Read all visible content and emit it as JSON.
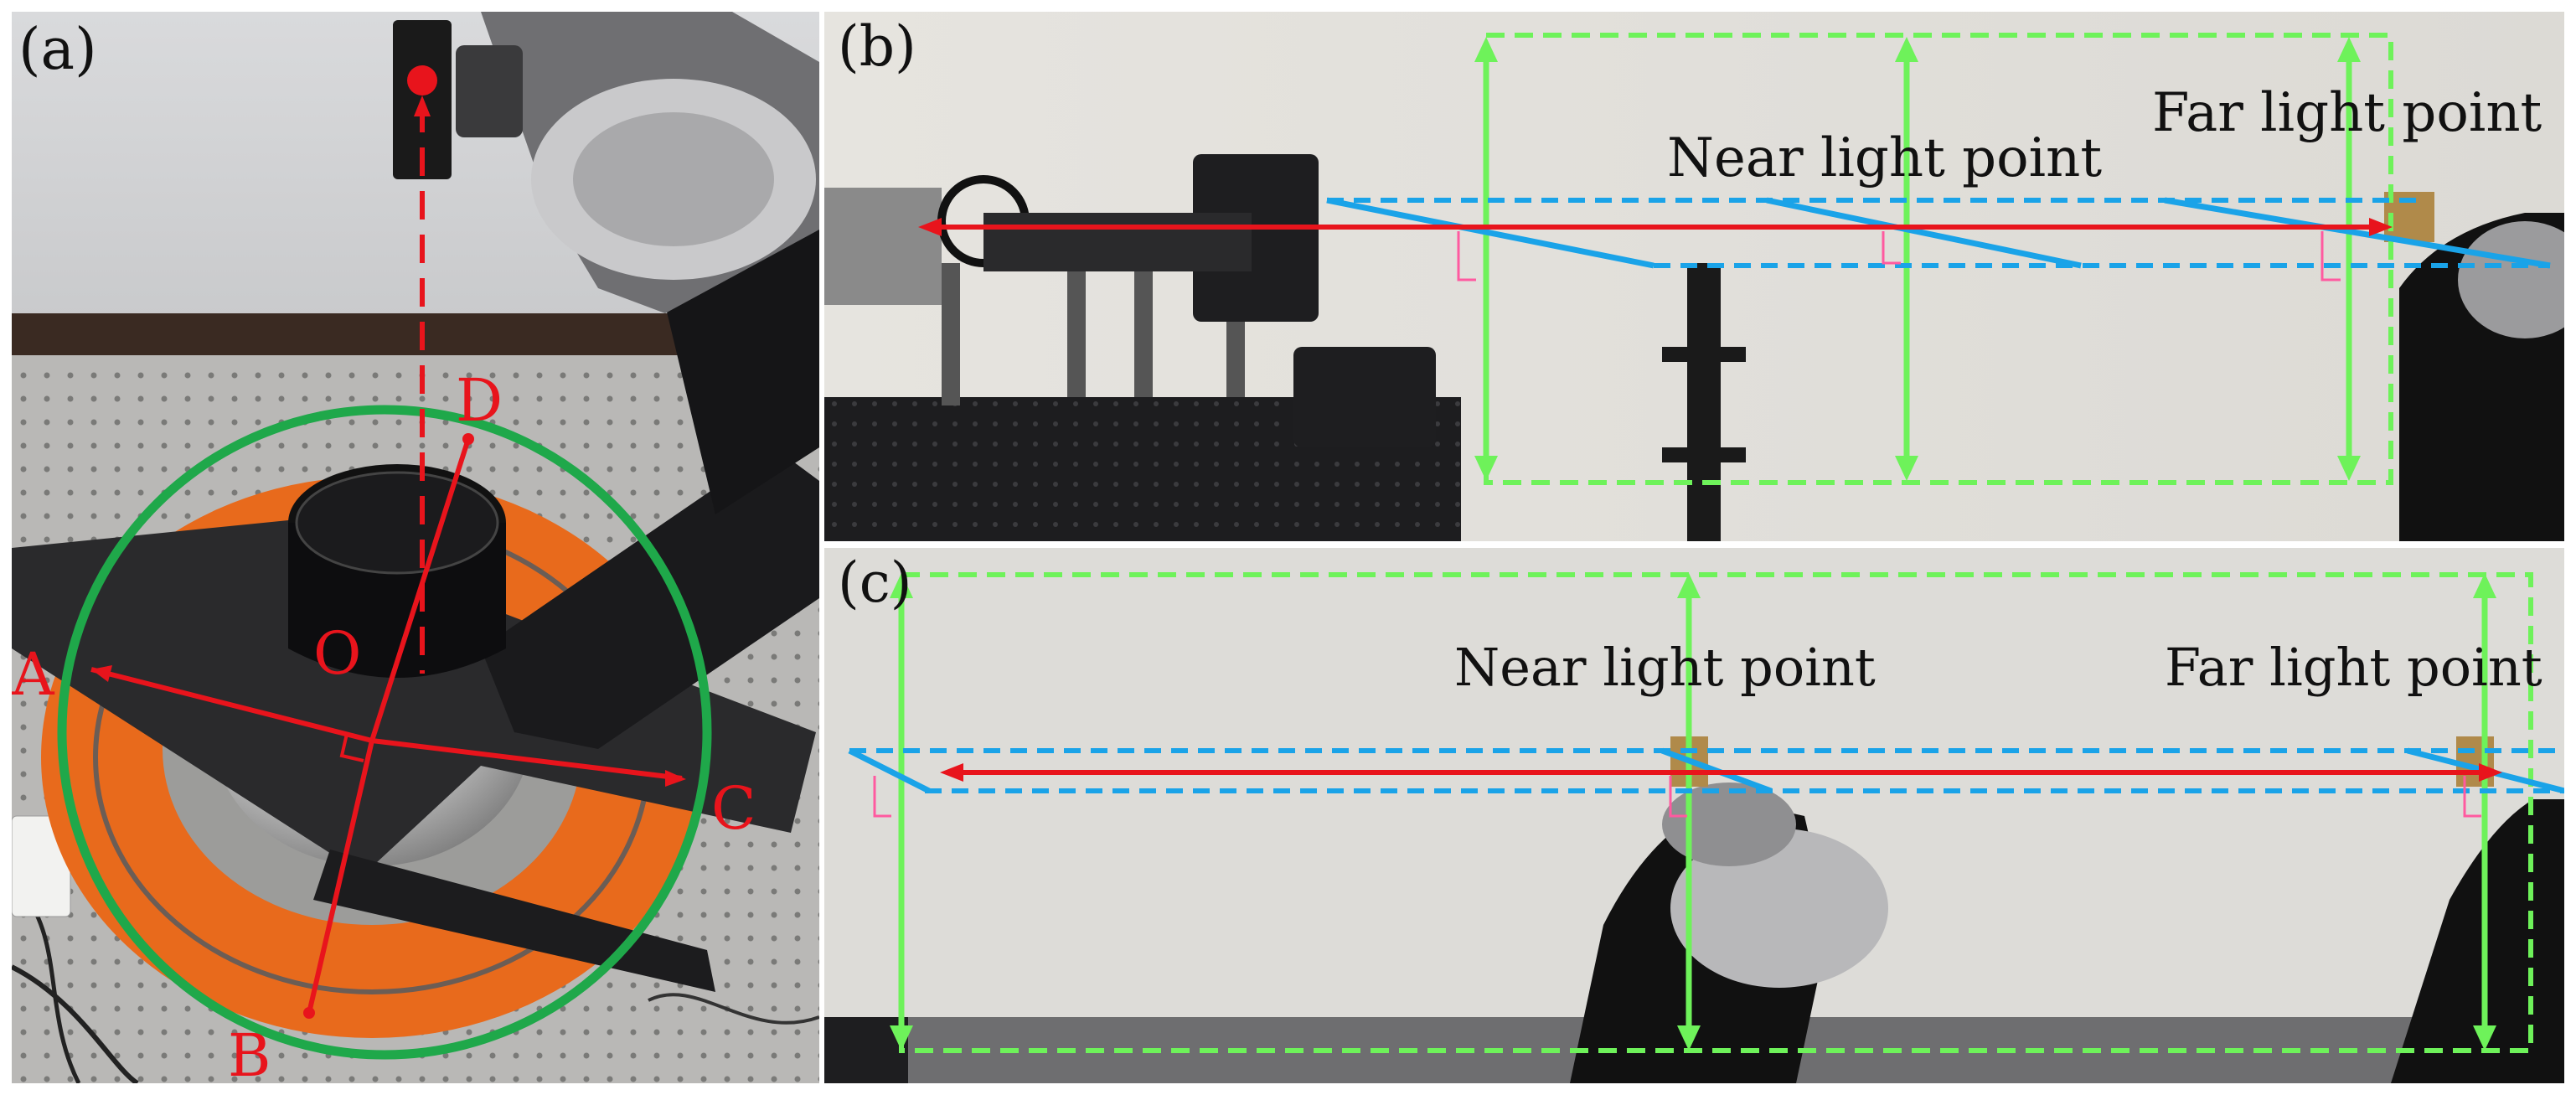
{
  "panel_a": {
    "label": "(a)",
    "points": {
      "A": "A",
      "B": "B",
      "C": "C",
      "D": "D",
      "O": "O"
    }
  },
  "panel_b": {
    "label": "(b)",
    "near_label": "Near light point",
    "far_label": "Far light point"
  },
  "panel_c": {
    "label": "(c)",
    "near_label": "Near light point",
    "far_label": "Far light point"
  },
  "colors": {
    "red_line": "#e8141c",
    "green_frame": "#6ef25a",
    "blue_beam": "#1aa3e8",
    "green_circle": "#1fa84a",
    "pink_marker": "#ff5aa0",
    "orange_turntable": "#e86a1c"
  }
}
